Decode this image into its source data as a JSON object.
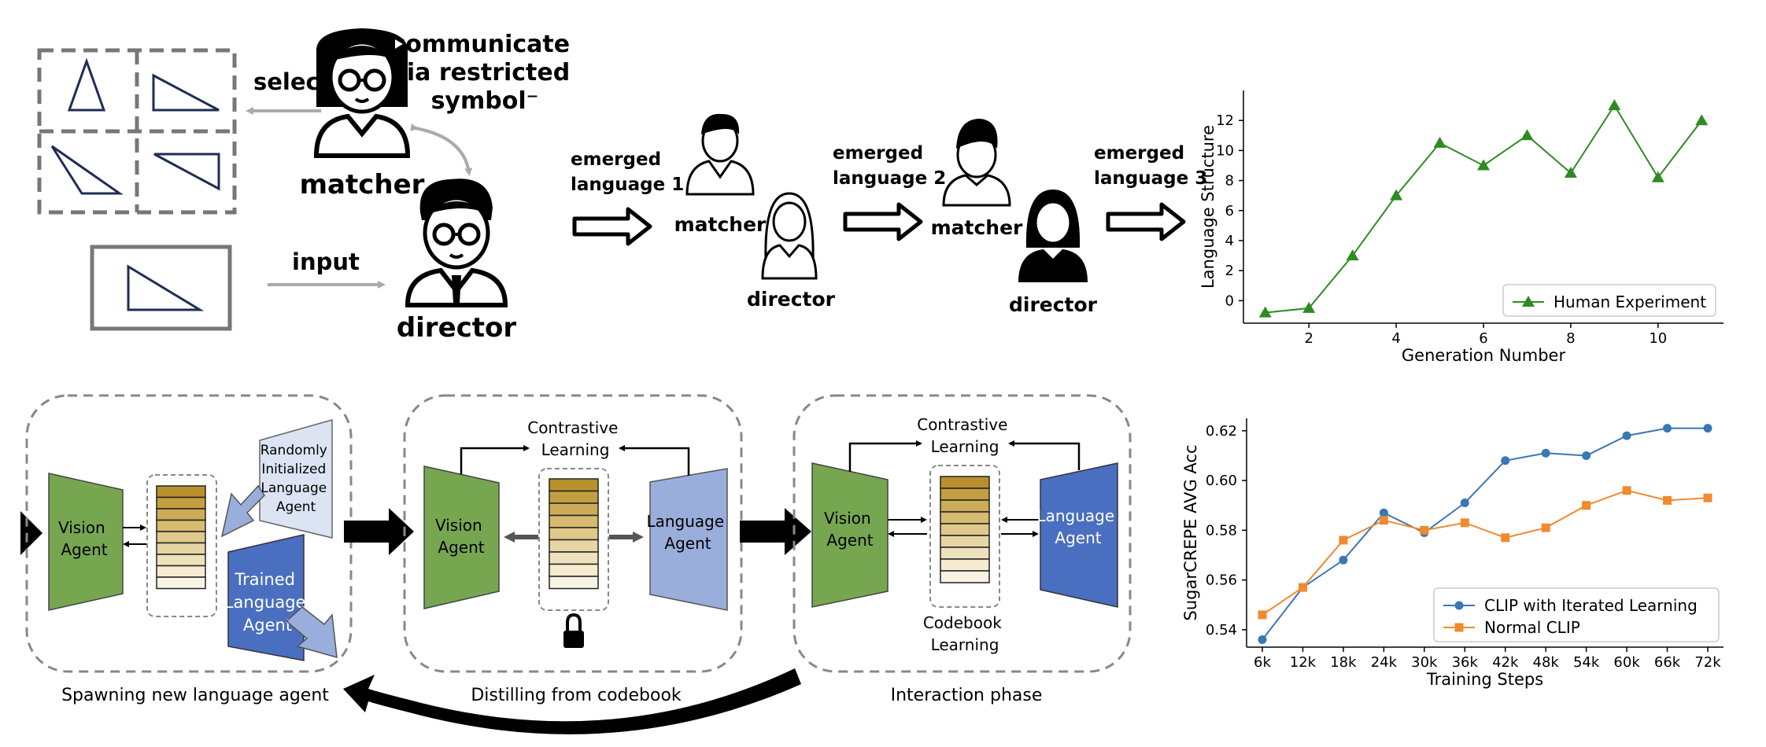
{
  "top_left": {
    "select_label": "select",
    "communicate_label": [
      "communicate",
      "via restricted",
      "symbol⁻"
    ],
    "matcher_label": "matcher",
    "director_label": "director",
    "input_label": "input"
  },
  "generations": {
    "emerged_1": [
      "emerged",
      "language 1"
    ],
    "emerged_2": [
      "emerged",
      "language 2"
    ],
    "emerged_3": [
      "emerged",
      "language 3"
    ],
    "matcher_label": "matcher",
    "director_label": "director"
  },
  "bottom": {
    "panel1": {
      "vision_agent": [
        "Vision",
        "Agent"
      ],
      "random_agent": [
        "Randomly",
        "Initialized",
        "Language",
        "Agent"
      ],
      "trained_agent": [
        "Trained",
        "Language",
        "Agent"
      ],
      "caption": "Spawning new language agent"
    },
    "panel2": {
      "vision_agent": [
        "Vision",
        "Agent"
      ],
      "language_agent": [
        "Language",
        "Agent"
      ],
      "contrastive": [
        "Contrastive",
        "Learning"
      ],
      "caption": "Distilling from codebook"
    },
    "panel3": {
      "vision_agent": [
        "Vision",
        "Agent"
      ],
      "language_agent": [
        "Language",
        "Agent"
      ],
      "contrastive": [
        "Contrastive",
        "Learning"
      ],
      "codebook": [
        "Codebook",
        "Learning"
      ],
      "caption": "Interaction phase"
    },
    "codebook_colors": [
      "#b8912c",
      "#c39f42",
      "#cdac58",
      "#d6ba70",
      "#dfc88a",
      "#e7d5a3",
      "#eee1bb",
      "#f4ebd0",
      "#f9f3e4"
    ],
    "colors": {
      "vision": "#77a651",
      "lang_light": "#9aaedb",
      "lang_dark": "#4a6fc0",
      "lang_pale": "#dce3f2"
    }
  },
  "chart_data": [
    {
      "type": "line",
      "title": "",
      "xlabel": "Generation Number",
      "ylabel": "Language Structure",
      "x": [
        1,
        2,
        3,
        4,
        5,
        6,
        7,
        8,
        9,
        10,
        11
      ],
      "xticks": [
        2,
        4,
        6,
        8,
        10
      ],
      "yticks": [
        0,
        2,
        4,
        6,
        8,
        10,
        12
      ],
      "xlim": [
        0.5,
        11.5
      ],
      "ylim": [
        -1.5,
        14
      ],
      "series": [
        {
          "name": "Human Experiment",
          "color": "#2e8b22",
          "marker": "triangle",
          "values": [
            -0.8,
            -0.5,
            3,
            7,
            10.5,
            9,
            11,
            8.5,
            13,
            8.2,
            12
          ]
        }
      ],
      "legend": "bottom-right"
    },
    {
      "type": "line",
      "title": "",
      "xlabel": "Training Steps",
      "ylabel": "SugarCREPE AVG Acc",
      "categories": [
        "6k",
        "12k",
        "18k",
        "24k",
        "30k",
        "36k",
        "42k",
        "48k",
        "54k",
        "60k",
        "66k",
        "72k"
      ],
      "yticks": [
        0.54,
        0.56,
        0.58,
        0.6,
        0.62
      ],
      "ytick_labels": [
        "0.54",
        "0.56",
        "0.58",
        "0.60",
        "0.62"
      ],
      "ylim": [
        0.533,
        0.625
      ],
      "series": [
        {
          "name": "CLIP with Iterated Learning",
          "color": "#3a77b5",
          "marker": "circle",
          "values": [
            0.536,
            0.557,
            0.568,
            0.587,
            0.579,
            0.591,
            0.608,
            0.611,
            0.61,
            0.618,
            0.621,
            0.621
          ]
        },
        {
          "name": "Normal CLIP",
          "color": "#f08a2f",
          "marker": "square",
          "values": [
            0.546,
            0.557,
            0.576,
            0.584,
            0.58,
            0.583,
            0.577,
            0.581,
            0.59,
            0.596,
            0.592,
            0.593
          ]
        }
      ],
      "legend": "bottom-right"
    }
  ]
}
